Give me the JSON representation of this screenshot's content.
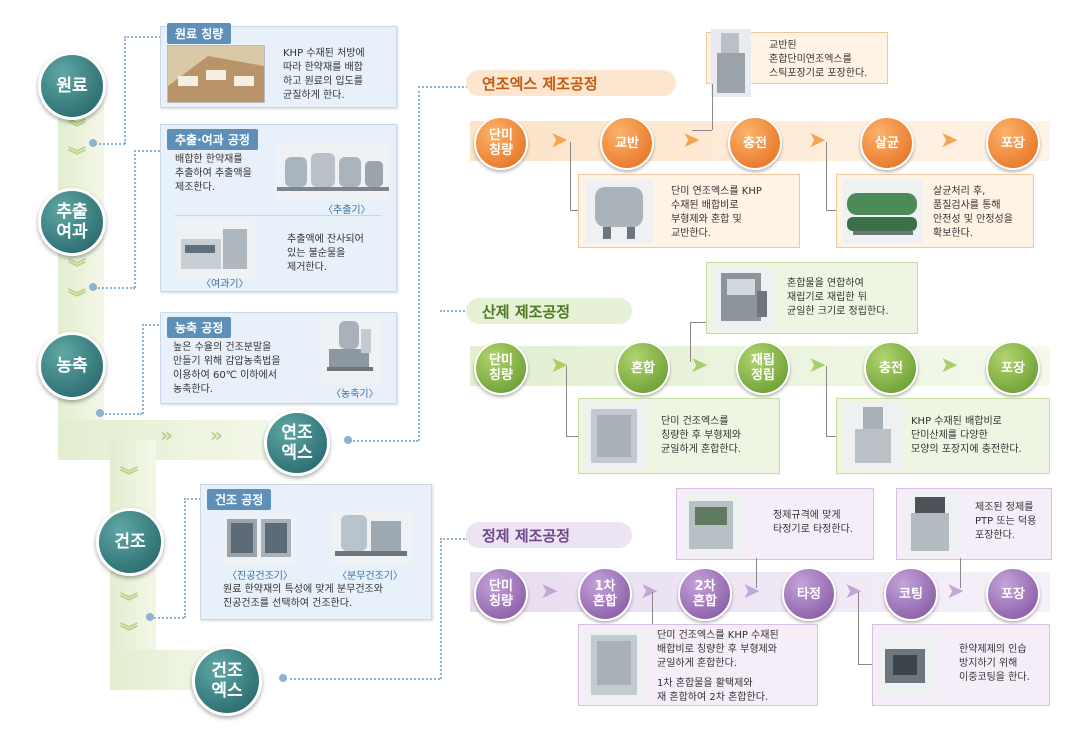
{
  "left": {
    "nodes": {
      "raw": "원료",
      "extract_1": "추출",
      "extract_2": "여과",
      "concentrate": "농축",
      "soft_ext_1": "연조",
      "soft_ext_2": "엑스",
      "dry": "건조",
      "dry_ext_1": "건조",
      "dry_ext_2": "엑스"
    },
    "cards": {
      "weigh": {
        "tag": "원료 칭량",
        "text": [
          "KHP 수재된 처방에",
          "따라 한약재를 배합",
          "하고 원료의 입도를",
          "균질하게 한다."
        ]
      },
      "extract": {
        "tag": "추출·여과 공정",
        "text1": [
          "배합한 한약재를",
          "추출하여 추출액을",
          "제조한다."
        ],
        "cap1": "〈추출기〉",
        "text2": [
          "추출액에 잔사되어",
          "있는 불순물을",
          "제거한다."
        ],
        "cap2": "〈여과기〉"
      },
      "concentrate": {
        "tag": "농축 공정",
        "text": [
          "높은 수율의 건조분말을",
          "만들기 위해 감압농축법을",
          "이용하여 60℃ 이하에서",
          "농축한다."
        ],
        "cap": "〈농축기〉"
      },
      "dry": {
        "tag": "건조 공정",
        "cap1": "〈진공건조기〉",
        "cap2": "〈분무건조기〉",
        "text": [
          "원료 한약재의 특성에 맞게 분무건조와",
          "진공건조를 선택하여 건조한다."
        ]
      }
    }
  },
  "lines": {
    "soft": {
      "title": "연조엑스 제조공정",
      "nodes": [
        [
          "단미",
          "칭량"
        ],
        [
          "교반"
        ],
        [
          "충전"
        ],
        [
          "살균"
        ],
        [
          "포장"
        ]
      ],
      "top_box": [
        "교반된",
        "혼합단미연조엑스를",
        "스틱포장기로 포장한다."
      ],
      "bottom_box1": [
        "단미 연조엑스를 KHP",
        "수재된 배합비로",
        "부형제와 혼합 및",
        "교반한다."
      ],
      "bottom_box2": [
        "살균처리 후,",
        "품질검사를 통해",
        "안전성 및 안정성을",
        "확보한다."
      ]
    },
    "powder": {
      "title": "산제 제조공정",
      "nodes": [
        [
          "단미",
          "칭량"
        ],
        [
          "혼합"
        ],
        [
          "재립",
          "정립"
        ],
        [
          "충전"
        ],
        [
          "포장"
        ]
      ],
      "top_box": [
        "혼합물을 연합하여",
        "재립기로 재립한 뒤",
        "균일한 크기로 정립한다."
      ],
      "bottom_box1": [
        "단미 건조엑스를",
        "칭량한 후 부형제와",
        "균일하게 혼합한다."
      ],
      "bottom_box2": [
        "KHP 수재된 배합비로",
        "단미산제를 다양한",
        "모양의 포장지에 충전한다."
      ]
    },
    "tablet": {
      "title": "정제 제조공정",
      "nodes": [
        [
          "단미",
          "칭량"
        ],
        [
          "1차",
          "혼합"
        ],
        [
          "2차",
          "혼합"
        ],
        [
          "타정"
        ],
        [
          "코팅"
        ],
        [
          "포장"
        ]
      ],
      "top_box1": [
        "정제규격에 맞게",
        "타정기로 타정한다."
      ],
      "top_box2": [
        "제조된 정제를",
        "PTP 또는 덕용",
        "포장한다."
      ],
      "bottom_box1": [
        "단미 건조엑스를 KHP 수재된",
        "배합비로 칭량한 후 부형제와",
        "균일하게 혼합한다.",
        "",
        "1차 혼합물을 활택제와",
        "재 혼합하여 2차 혼합한다."
      ],
      "bottom_box2": [
        "한약제제의 인습",
        "방지하기 위해",
        "이중코팅을 한다."
      ]
    }
  }
}
